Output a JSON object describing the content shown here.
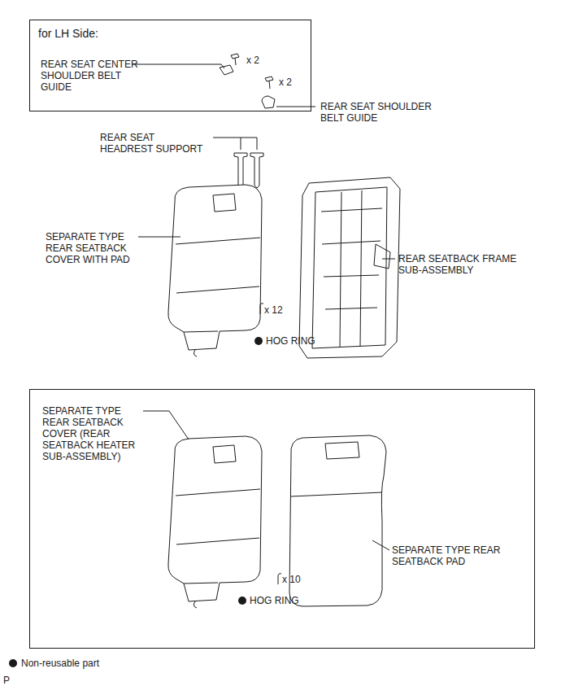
{
  "diagram": {
    "nodes": [
      {
        "text": [
          "for LH Side:",
          "REAR SEAT CENTER SHOULDER BELT GUIDE",
          "x 2"
        ]
      }
    ],
    "labels": [
      "x 2",
      "REAR SEAT SHOULDER BELT GUIDE",
      "REAR SEAT HEADREST SUPPORT",
      "SEPARATE TYPE REAR SEATBACK COVER WITH PAD",
      "REAR SEATBACK FRAME SUB-ASSEMBLY",
      "x 12",
      "HOG RING",
      "SEPARATE TYPE REAR SEATBACK COVER (REAR SEATBACK HEATER SUB-ASSEMBLY)",
      "SEPARATE TYPE REAR SEATBACK PAD",
      "x 10",
      "HOG RING",
      "P"
    ],
    "legend": [
      {
        "text": "Non-reusable part"
      }
    ]
  }
}
